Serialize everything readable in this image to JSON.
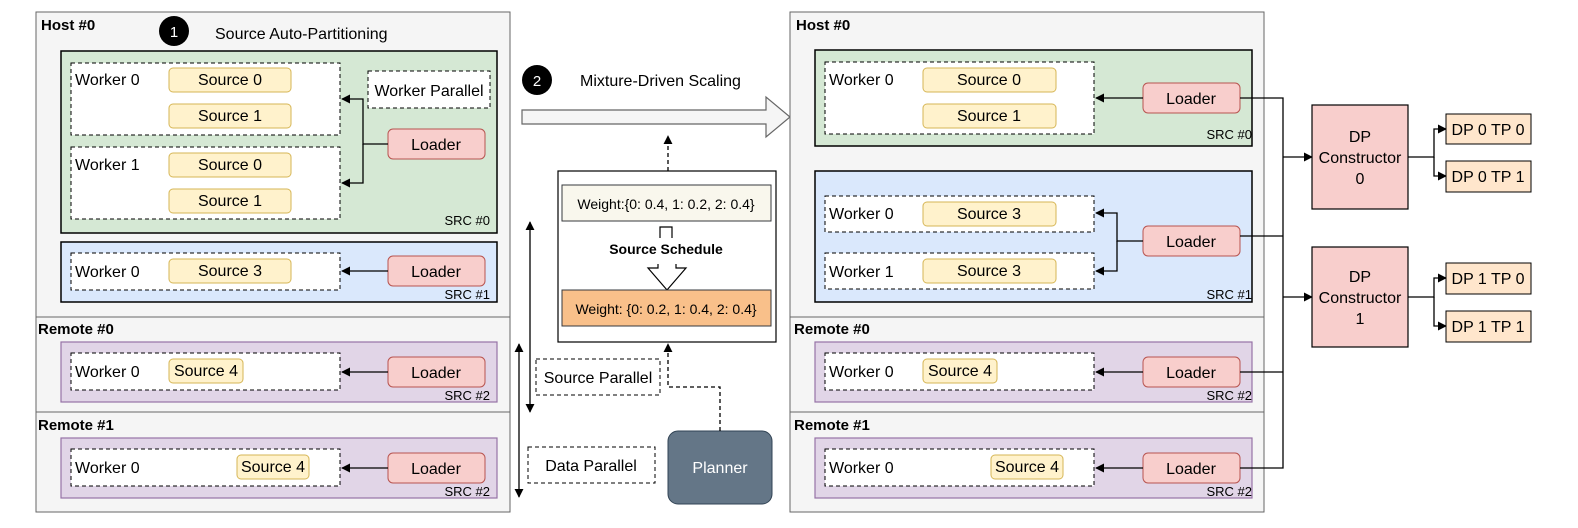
{
  "step1": {
    "number": "1",
    "label": "Source Auto-Partitioning"
  },
  "step2": {
    "number": "2",
    "label": "Mixture-Driven Scaling"
  },
  "left": {
    "host0": "Host #0",
    "remote0": "Remote #0",
    "remote1": "Remote #1",
    "src0": "SRC #0",
    "src1": "SRC #1",
    "src2a": "SRC #2",
    "src2b": "SRC #2",
    "worker_parallel": "Worker Parallel",
    "worker0": "Worker 0",
    "worker1": "Worker 1",
    "source0": "Source 0",
    "source1": "Source 1",
    "source3": "Source 3",
    "source4": "Source 4",
    "loader": "Loader"
  },
  "middle": {
    "weight_before": "Weight:{0: 0.4, 1: 0.2, 2: 0.4}",
    "schedule": "Source Schedule",
    "weight_after": "Weight: {0: 0.2, 1: 0.4, 2: 0.4}",
    "source_parallel": "Source Parallel",
    "data_parallel": "Data Parallel",
    "planner": "Planner"
  },
  "right": {
    "host0": "Host #0",
    "remote0": "Remote #0",
    "remote1": "Remote #1",
    "src0": "SRC #0",
    "src1": "SRC #1",
    "src2a": "SRC #2",
    "src2b": "SRC #2",
    "worker0": "Worker 0",
    "worker1": "Worker 1",
    "source0": "Source 0",
    "source1": "Source 1",
    "source3": "Source 3",
    "source4": "Source 4",
    "loader": "Loader"
  },
  "dp": {
    "dp_word": "DP",
    "constructor_word": "Constructor",
    "c0_index": "0",
    "c1_index": "1",
    "dp0tp0": "DP 0 TP 0",
    "dp0tp1": "DP 0 TP 1",
    "dp1tp0": "DP 1 TP 0",
    "dp1tp1": "DP 1 TP 1"
  },
  "colors": {
    "panel": "#f5f5f5",
    "green": "#d5e8d4",
    "blue": "#dae8fc",
    "purple": "#e1d5e7",
    "source_fill": "#fff2cc",
    "source_stroke": "#d6b656",
    "loader_fill": "#f8cecc",
    "loader_stroke": "#b85450",
    "weight_after_fill": "#f9c08a",
    "weight_before_fill": "#f9f7ed",
    "dp_tp_fill": "#ffe6cc",
    "planner_fill": "#647687"
  }
}
